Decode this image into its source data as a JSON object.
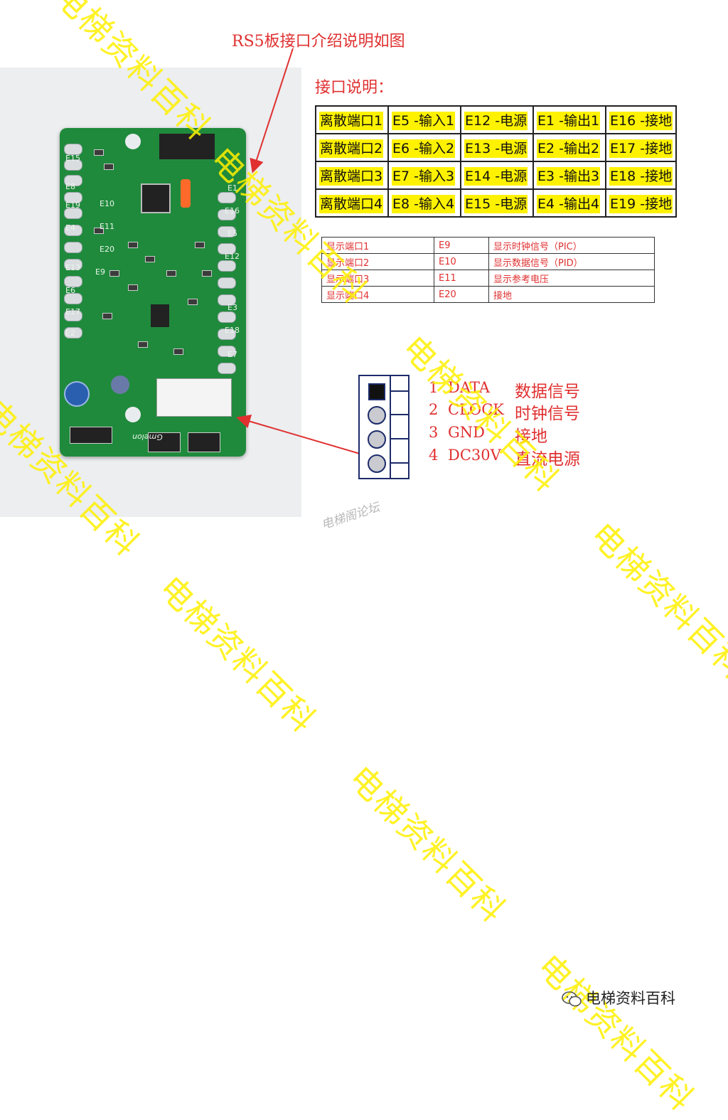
{
  "title": "RS5板接口介绍说明如图",
  "interface_title": "接口说明：",
  "main_table": [
    [
      "离散端口1",
      "E5 -输入1",
      "E12 -电源",
      "E1 -输出1",
      "E16 -接地"
    ],
    [
      "离散端口2",
      "E6 -输入2",
      "E13 -电源",
      "E2 -输出2",
      "E17 -接地"
    ],
    [
      "离散端口3",
      "E7 -输入3",
      "E14 -电源",
      "E3 -输出3",
      "E18 -接地"
    ],
    [
      "离散端口4",
      "E8 -输入4",
      "E15 -电源",
      "E4 -输出4",
      "E19 -接地"
    ]
  ],
  "display_table": [
    [
      "显示端口1",
      "E9",
      "显示时钟信号（PIC）"
    ],
    [
      "显示端口2",
      "E10",
      "显示数据信号（PID）"
    ],
    [
      "显示端口3",
      "E11",
      "显示参考电压"
    ],
    [
      "显示端口4",
      "E20",
      "接地"
    ]
  ],
  "connector_pins": [
    {
      "num": "1",
      "name": "DATA",
      "desc": "数据信号"
    },
    {
      "num": "2",
      "name": "CLOCK",
      "desc": "时钟信号"
    },
    {
      "num": "3",
      "name": "GND",
      "desc": "接地"
    },
    {
      "num": "4",
      "name": "DC30V",
      "desc": "直流电源"
    }
  ],
  "pcb_labels": {
    "left": [
      "E15",
      "E8",
      "E19",
      "E4",
      "E13",
      "E6",
      "E17",
      "E2"
    ],
    "right": [
      "E1",
      "E16",
      "E5",
      "E12",
      "E3",
      "E18",
      "E7"
    ],
    "center": [
      "E10",
      "E11",
      "E20",
      "E9"
    ],
    "brand": "Gmelon"
  },
  "watermark": "电梯资料百科",
  "forum_mark": "电梯阁论坛",
  "brand_footer": "电梯资料百科",
  "colors": {
    "accent": "#e03030",
    "highlight": "#fff200",
    "pcb": "#1f8a3c",
    "watermark": "#fff000"
  }
}
